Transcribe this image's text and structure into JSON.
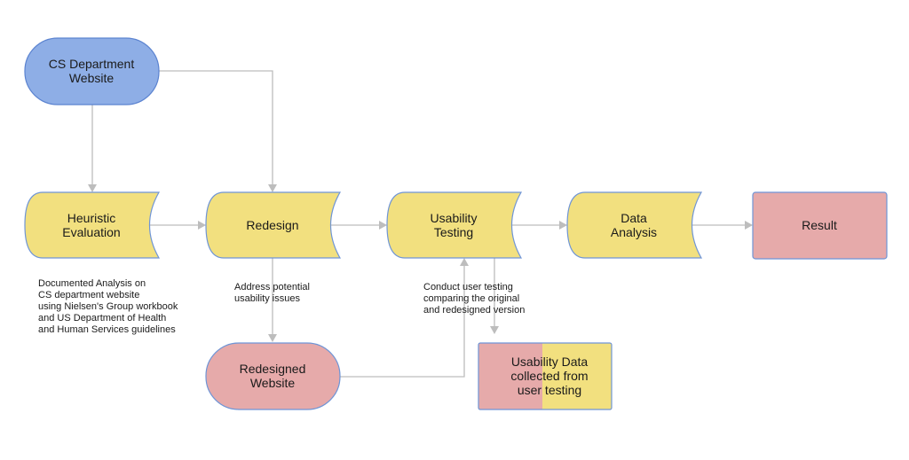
{
  "colors": {
    "blue_fill": "#8eaee6",
    "blue_stroke": "#5b83d0",
    "yellow_fill": "#f2e07f",
    "yellow_stroke": "#6f95d6",
    "pink_fill": "#e6aaaa",
    "pink_stroke": "#6f95d6",
    "connector": "#bdbdbd"
  },
  "nodes": {
    "cs_website": {
      "lines": [
        "CS Department",
        "Website"
      ]
    },
    "heuristic": {
      "lines": [
        "Heuristic",
        "Evaluation"
      ]
    },
    "redesign": {
      "lines": [
        "Redesign"
      ]
    },
    "usability_testing": {
      "lines": [
        "Usability",
        "Testing"
      ]
    },
    "data_analysis": {
      "lines": [
        "Data",
        "Analysis"
      ]
    },
    "result": {
      "lines": [
        "Result"
      ]
    },
    "redesigned_website": {
      "lines": [
        "Redesigned",
        "Website"
      ]
    },
    "usability_data": {
      "lines": [
        "Usability Data",
        "collected from",
        "user testing"
      ]
    }
  },
  "notes": {
    "heuristic_note": {
      "lines": [
        "Documented Analysis on",
        "CS department website",
        "using Nielsen's Group workbook",
        "and US Department of Health",
        "and Human Services guidelines"
      ]
    },
    "redesign_note": {
      "lines": [
        "Address potential",
        "usability issues"
      ]
    },
    "testing_note": {
      "lines": [
        "Conduct user testing",
        "comparing the original",
        "and redesigned version"
      ]
    }
  }
}
